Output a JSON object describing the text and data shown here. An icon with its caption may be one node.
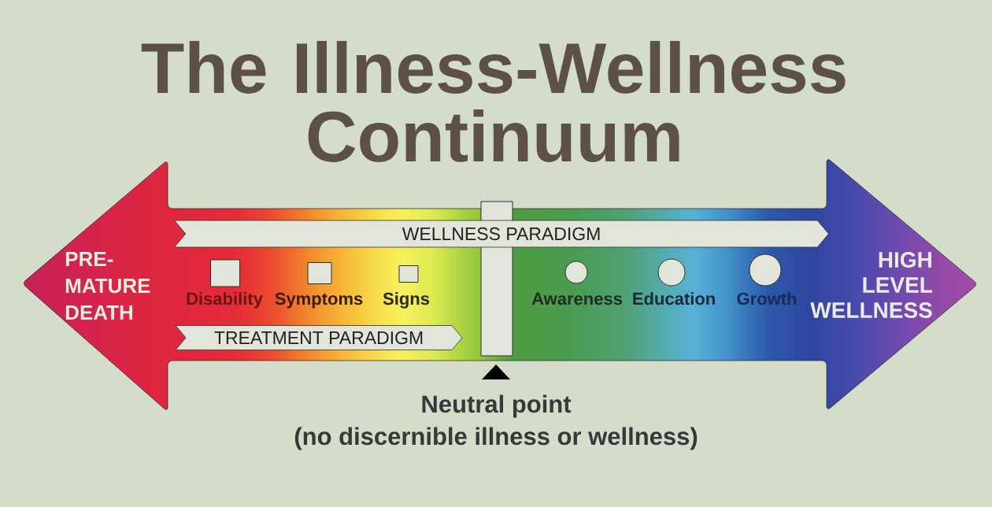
{
  "diagram": {
    "title": "The Illness-Wellness Continuum",
    "nodes": [
      {
        "text": [
          "PRE- MATURE DEATH",
          "HIGH LEVEL WELLNESS"
        ]
      },
      {
        "text": [
          "WELLNESS PARADIGM"
        ],
        "in": 0
      },
      {
        "text": [],
        "shape": "box",
        "beside": [
          "Disability"
        ],
        "in": 0
      },
      {
        "text": [],
        "shape": "box",
        "beside": [
          "Symptoms"
        ],
        "in": 0
      },
      {
        "text": [],
        "shape": "box",
        "beside": [
          "Signs"
        ],
        "in": 0
      },
      {
        "text": [
          "TREATMENT PARADIGM"
        ],
        "in": 0
      },
      {
        "text": [],
        "shape": "bar",
        "beside": [
          "Neutral point",
          "(no discernible illness or wellness)"
        ],
        "in": 0
      },
      {
        "text": [],
        "shape": "circle",
        "beside": [
          "Awareness"
        ],
        "in": 0
      },
      {
        "text": [],
        "shape": "circle",
        "beside": [
          "Education"
        ],
        "in": 0
      },
      {
        "text": [],
        "shape": "circle",
        "beside": [
          "Growth"
        ],
        "in": 0
      }
    ]
  }
}
